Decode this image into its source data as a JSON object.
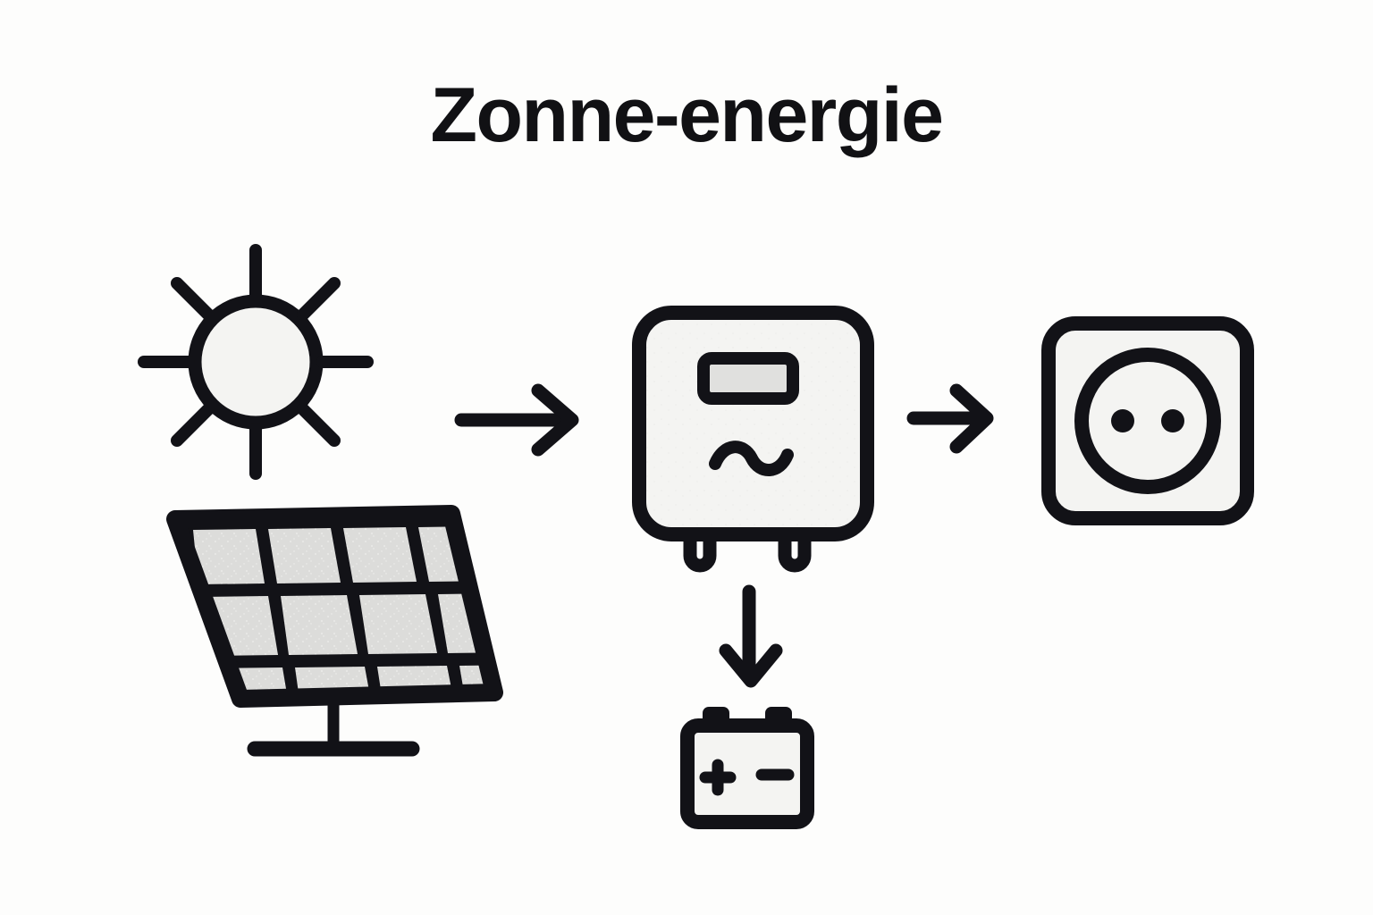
{
  "page": {
    "title": "Zonne-energie",
    "language": "nl",
    "background_color": "#fdfdfc",
    "ink_color": "#121217",
    "fill_light": "#f4f4f2",
    "fill_gray": "#dcdcda",
    "fill_display": "#e0e0de"
  },
  "diagram": {
    "type": "flow-diagram",
    "nodes": [
      {
        "id": "sun",
        "label": "sun",
        "icon": "sun-icon",
        "description": "Zon met acht stralen",
        "rays": 8,
        "fill": "#f4f4f2"
      },
      {
        "id": "solar-panel",
        "label": "solar-panel",
        "icon": "solar-panel-icon",
        "description": "Zonnepaneel op statief",
        "cell_columns": 4,
        "cell_rows": 3,
        "cell_count": 12,
        "fill": "#dcdcda"
      },
      {
        "id": "inverter",
        "label": "inverter",
        "icon": "inverter-icon",
        "description": "Omvormer met display en wisselstroomsymbool",
        "display_fill": "#e0e0de",
        "symbol": "~",
        "legs": 2,
        "fill": "#f4f4f2"
      },
      {
        "id": "battery",
        "label": "battery",
        "icon": "battery-icon",
        "description": "Accu met plus- en minpool",
        "terminals": [
          "+",
          "-"
        ],
        "fill": "#f4f4f2"
      },
      {
        "id": "socket",
        "label": "socket",
        "icon": "power-socket-icon",
        "description": "Stopcontact met twee gaten",
        "holes": 2,
        "fill": "#f4f4f2"
      }
    ],
    "connectors": [
      {
        "id": "arrow-sun-to-inverter",
        "icon": "arrow-right-icon",
        "from": "solar-panel",
        "to": "inverter",
        "direction": "right"
      },
      {
        "id": "arrow-inverter-to-socket",
        "icon": "arrow-right-icon",
        "from": "inverter",
        "to": "socket",
        "direction": "right"
      },
      {
        "id": "arrow-inverter-to-battery",
        "icon": "arrow-down-icon",
        "from": "inverter",
        "to": "battery",
        "direction": "down"
      }
    ]
  }
}
